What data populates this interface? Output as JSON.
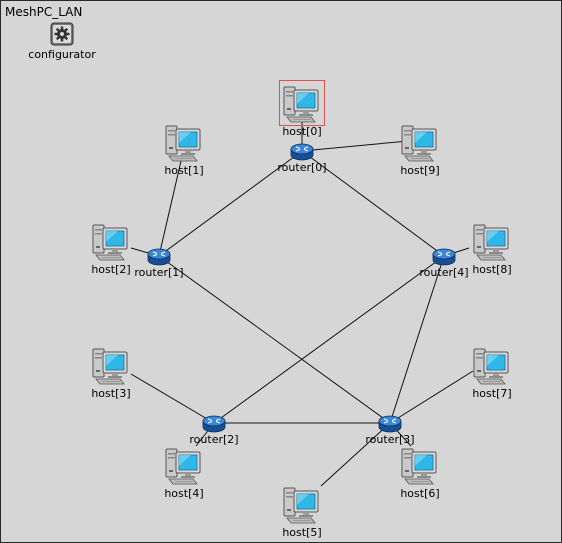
{
  "network": {
    "title": "MeshPC_LAN"
  },
  "configurator": {
    "label": "configurator",
    "icon": "gear-icon"
  },
  "hosts": [
    {
      "id": "host0",
      "label": "host[0]",
      "selected": true
    },
    {
      "id": "host1",
      "label": "host[1]"
    },
    {
      "id": "host2",
      "label": "host[2]"
    },
    {
      "id": "host3",
      "label": "host[3]"
    },
    {
      "id": "host4",
      "label": "host[4]"
    },
    {
      "id": "host5",
      "label": "host[5]"
    },
    {
      "id": "host6",
      "label": "host[6]"
    },
    {
      "id": "host7",
      "label": "host[7]"
    },
    {
      "id": "host8",
      "label": "host[8]"
    },
    {
      "id": "host9",
      "label": "host[9]"
    }
  ],
  "routers": [
    {
      "id": "router0",
      "label": "router[0]"
    },
    {
      "id": "router1",
      "label": "router[1]"
    },
    {
      "id": "router2",
      "label": "router[2]"
    },
    {
      "id": "router3",
      "label": "router[3]"
    },
    {
      "id": "router4",
      "label": "router[4]"
    }
  ],
  "colors": {
    "canvas_bg": "#d6d6d6",
    "selection": "#e05050",
    "router_blue": "#1d5fb0",
    "screen_cyan": "#2fb7e8"
  }
}
